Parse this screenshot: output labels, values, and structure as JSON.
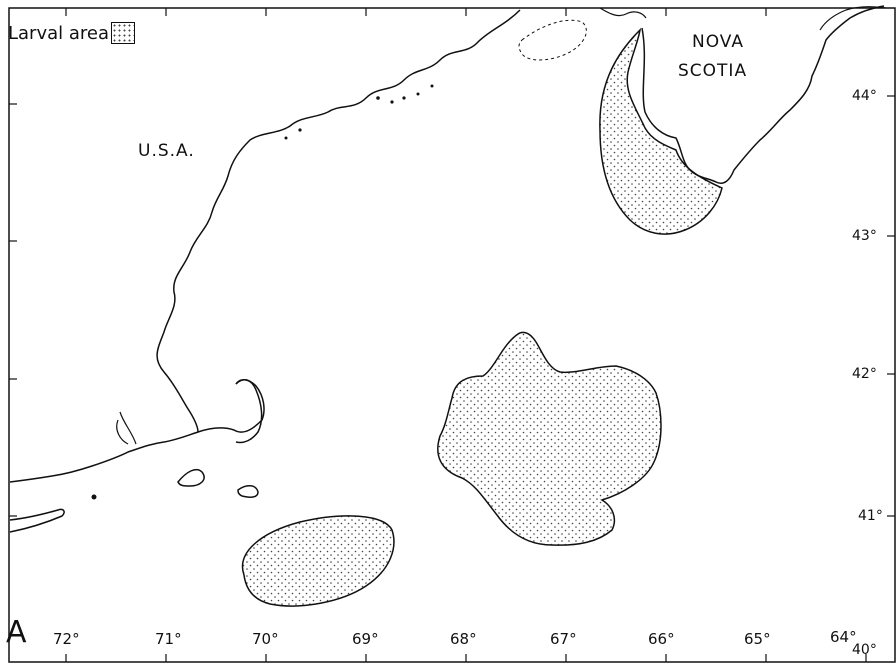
{
  "map": {
    "legend_label": "Larval area",
    "panel_letter": "A",
    "places": {
      "usa": "U.S.A.",
      "nova_scotia_line1": "NOVA",
      "nova_scotia_line2": "SCOTIA"
    },
    "longitude_labels": [
      "72°",
      "71°",
      "70°",
      "69°",
      "68°",
      "67°",
      "66°",
      "65°",
      "64°"
    ],
    "latitude_labels": [
      "44°",
      "43°",
      "42°",
      "41°",
      "40°"
    ],
    "colors": {
      "land_line": "#111111",
      "stipple": "#444444",
      "background": "#ffffff"
    }
  }
}
